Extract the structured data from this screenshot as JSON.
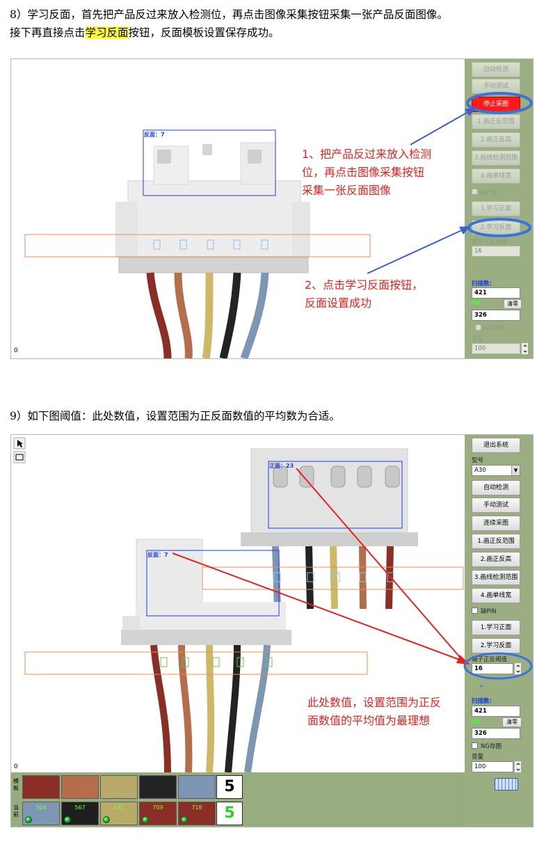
{
  "step8": {
    "line1": "8）学习反面，首先把产品反过来放入检测位，再点击图像采集按钮采集一张产品反面图像。",
    "line2_pre": "接下再直接点击",
    "line2_highlight": "学习反面",
    "line2_post": "按钮，反面模板设置保存成功。"
  },
  "step9": {
    "line1": "9）如下图阈值：此处数值，设置范围为正反面数值的平均数为合适。"
  },
  "shot1": {
    "roi_label": "反面：7",
    "zero": "0",
    "panel": {
      "btn_auto": "自动检测",
      "btn_manual": "手动测试",
      "btn_stop": "停止采图",
      "btn_draw_range": "1.画正反范围",
      "btn_draw_height": "2.画正反高",
      "btn_line_range": "3.画线检测范围",
      "btn_line_width": "4.画单线宽",
      "missing_pin": "缺PIN",
      "btn_learn_front": "1.学习正面",
      "btn_learn_back": "2.学习反面",
      "threshold_label": "端子正反阈值",
      "threshold_value": "16",
      "scan_label": "扫描数:",
      "scan_value": "421",
      "ok_label": "OK",
      "ok_value": "326",
      "clear": "清零",
      "ng_save": "NG存图",
      "volume_label": "音量",
      "volume_value": "100"
    },
    "annot1": [
      "1、把产品反过来放入检测",
      "位，再点击图像采集按钮",
      "采集一张反面图像"
    ],
    "annot2": [
      "2、点击学习反面按钮，",
      "反面设置成功"
    ]
  },
  "shot2": {
    "roi_front": "正面：23",
    "roi_back": "反面：7",
    "zero": "0",
    "panel": {
      "btn_exit": "退出系统",
      "model_label": "型号",
      "model_value": "A30",
      "btn_auto": "自动检测",
      "btn_manual": "手动测试",
      "btn_capture": "连续采图",
      "btn_draw_range": "1.画正反范围",
      "btn_draw_height": "2.画正反高",
      "btn_line_range": "3.画线检测范围",
      "btn_line_width": "4.画单线宽",
      "missing_pin": "缺PIN",
      "btn_learn_front": "1.学习正面",
      "btn_learn_back": "2.学习反面",
      "threshold_label": "端子正反阈值",
      "threshold_value": "16",
      "scan_label": "扫描数:",
      "scan_value": "421",
      "ok_label": "OK",
      "ok_value": "326",
      "clear": "清零",
      "ng_save": "NG存图",
      "volume_label": "音量",
      "volume_value": "100"
    },
    "annot": [
      "此处数值，设置范围为正反",
      "面数值的平均值为最理想"
    ],
    "strip": {
      "template_label": "模板",
      "current_label": "当前",
      "template_count": "5",
      "current_count": "5",
      "current_values": [
        "504",
        "567",
        "431",
        "709",
        "718"
      ],
      "colors": {
        "template": [
          "#8a2e26",
          "#b56e4c",
          "#b9aa6a",
          "#232323",
          "#7d96b4"
        ],
        "current": [
          "#7d96b4",
          "#1e1e1e",
          "#b9aa6a",
          "#8a2e26",
          "#8a2e26"
        ]
      }
    }
  },
  "colors": {
    "annotation_red": "#e8211f",
    "arrow_blue": "#3b5fd0",
    "ellipse_blue": "#3b74d8",
    "roi_blue": "#1c3ce0",
    "roi_orange": "#f08a5a",
    "panel_green": "#9aae81",
    "highlight": "#ffff33"
  }
}
